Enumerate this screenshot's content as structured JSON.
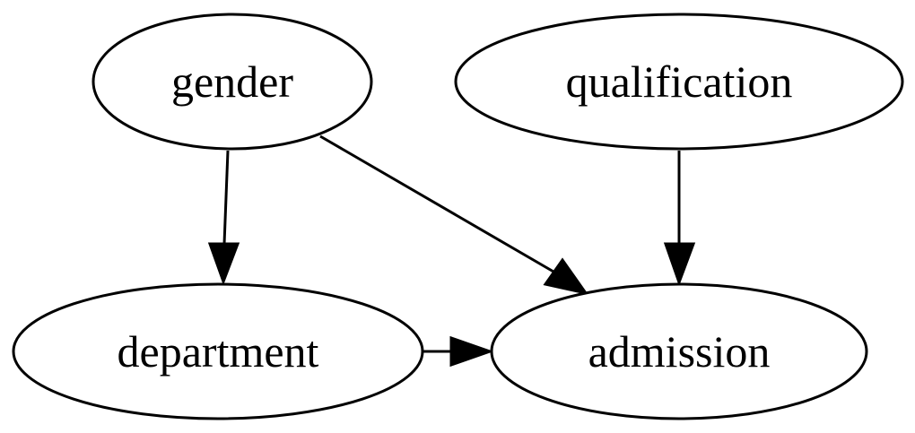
{
  "diagram": {
    "nodes": [
      {
        "id": "gender",
        "label": "gender"
      },
      {
        "id": "qualification",
        "label": "qualification"
      },
      {
        "id": "department",
        "label": "department"
      },
      {
        "id": "admission",
        "label": "admission"
      }
    ],
    "edges": [
      {
        "from": "gender",
        "to": "department"
      },
      {
        "from": "gender",
        "to": "admission"
      },
      {
        "from": "qualification",
        "to": "admission"
      },
      {
        "from": "department",
        "to": "admission"
      }
    ]
  }
}
